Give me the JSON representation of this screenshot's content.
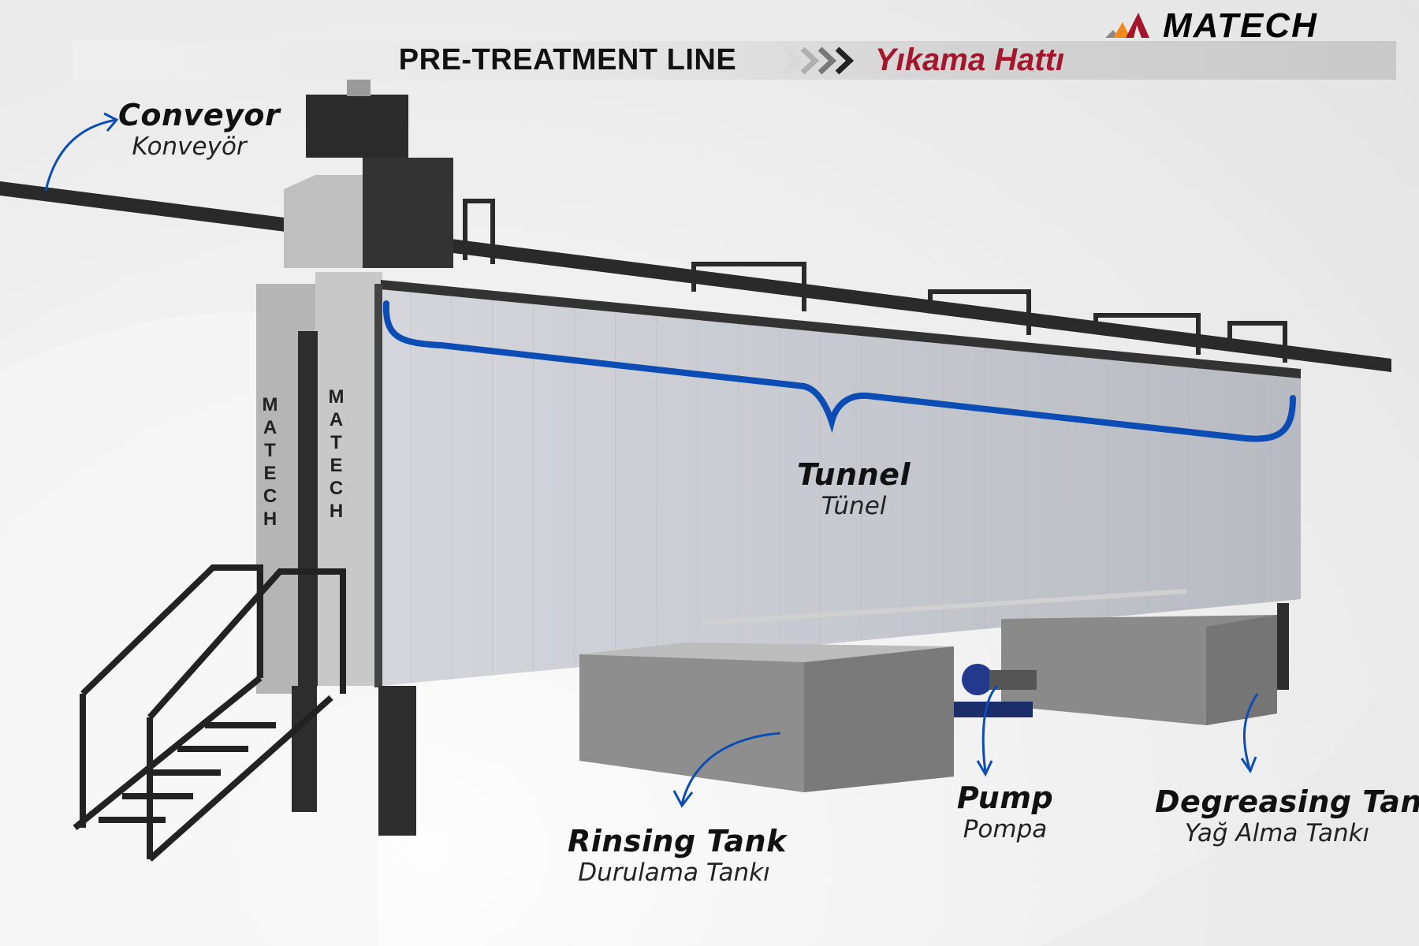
{
  "header": {
    "title": "PRE-TREATMENT LINE",
    "subtitle": "Yıkama Hattı",
    "brand": "MATECH"
  },
  "labels": {
    "conveyor": {
      "en": "Conveyor",
      "tr": "Konveyör"
    },
    "tunnel": {
      "en": "Tunnel",
      "tr": "Tünel"
    },
    "rinsing_tank": {
      "en": "Rinsing Tank",
      "tr": "Durulama Tankı"
    },
    "pump": {
      "en": "Pump",
      "tr": "Pompa"
    },
    "degreasing_tank": {
      "en": "Degreasing Tank",
      "tr": "Yağ Alma Tankı"
    }
  },
  "colors": {
    "accent_red": "#a4162b",
    "annotation_blue": "#0b4db5",
    "logo_orange": "#f08a1c",
    "logo_gray": "#8a8a8a"
  }
}
